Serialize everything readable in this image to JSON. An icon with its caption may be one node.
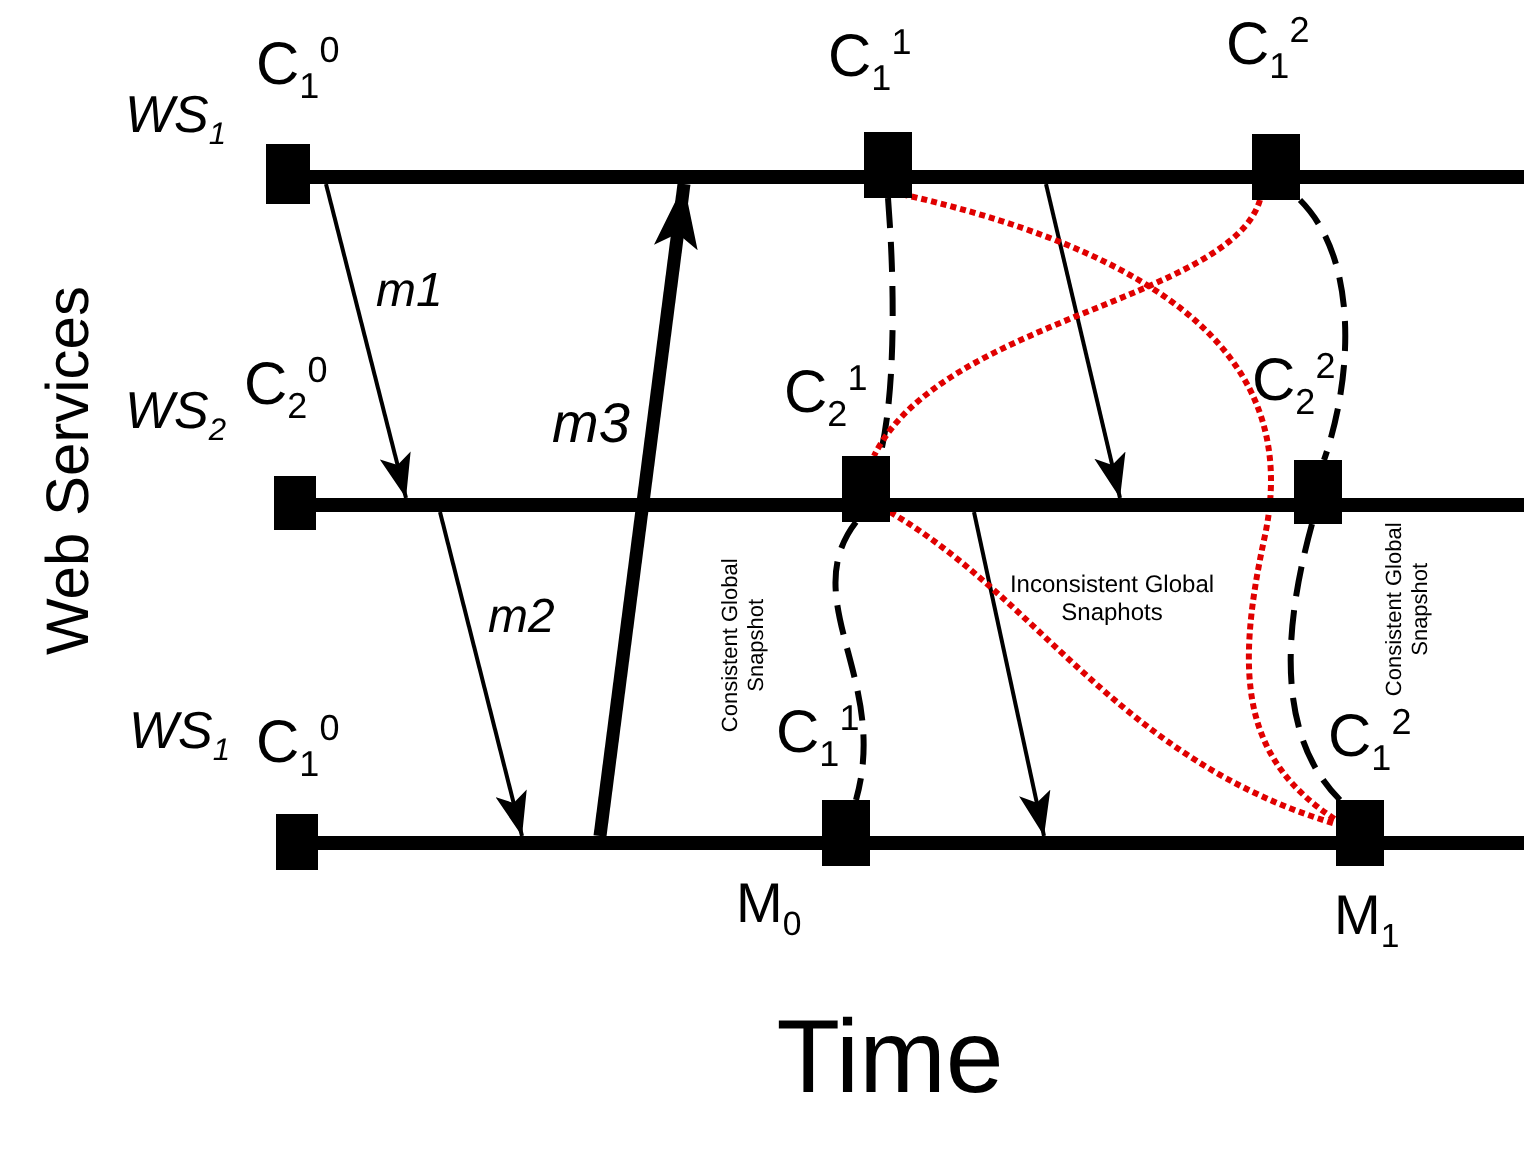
{
  "diagram": {
    "nodes": [
      {
        "text": [],
        "shape": "bar"
      },
      {
        "text": [],
        "shape": "bar"
      },
      {
        "text": [],
        "shape": "bar"
      },
      {
        "text": [],
        "shape": "box",
        "beside": [
          "C$_{1}$$^{0}$"
        ]
      },
      {
        "text": [],
        "shape": "box",
        "beside": [
          "C$_{1}$$^{1}$"
        ]
      },
      {
        "text": [],
        "shape": "box",
        "beside": [
          "C$_{1}$$^{2}$"
        ]
      },
      {
        "text": [],
        "shape": "box",
        "beside": [
          "C$_{2}$$^{0}$"
        ]
      },
      {
        "text": [],
        "shape": "box",
        "beside": [
          "C$_{2}$$^{1}$"
        ]
      },
      {
        "text": [],
        "shape": "box",
        "beside": [
          "C$_{2}$$^{2}$"
        ]
      },
      {
        "text": [],
        "shape": "box",
        "beside": [
          "C$_{1}$$^{0}$"
        ]
      },
      {
        "text": [],
        "shape": "box",
        "beside": [
          "C$_{1}$$^{1}$",
          "M$_{0}$"
        ]
      },
      {
        "text": [],
        "shape": "box",
        "beside": [
          "C$_{1}$$^{2}$",
          "M$_{1}$"
        ]
      }
    ],
    "edges": [
      {
        "from": 0,
        "to": 1,
        "arrow": "to",
        "label": "m1"
      },
      {
        "from": 1,
        "to": 2,
        "arrow": "to",
        "label": "m2"
      },
      {
        "from": 2,
        "to": 0,
        "arrow": "to",
        "label": "m3",
        "style": "thick"
      },
      {
        "from": 0,
        "to": 1,
        "arrow": "to"
      },
      {
        "from": 1,
        "to": 2,
        "arrow": "to"
      },
      {
        "from": 4,
        "to": 7,
        "arrow": "none",
        "style": "dashed"
      },
      {
        "from": 7,
        "to": 10,
        "arrow": "none",
        "style": "dashed"
      },
      {
        "from": 5,
        "to": 8,
        "arrow": "none",
        "style": "dashed"
      },
      {
        "from": 8,
        "to": 11,
        "arrow": "none",
        "style": "dashed"
      },
      {
        "from": 4,
        "to": 11,
        "arrow": "none",
        "style": "dashed",
        "color": "#e00000"
      },
      {
        "from": 5,
        "to": 7,
        "arrow": "none",
        "style": "dashed",
        "color": "#e00000"
      },
      {
        "from": 7,
        "to": 11,
        "arrow": "none",
        "style": "dashed",
        "color": "#e00000"
      }
    ],
    "labels": [
      "WS$_{1}$",
      "Web Services",
      "WS$_{2}$",
      "Consistent Global Snapshot",
      "Inconsistent Global Snaphots",
      "Consistent Global Snapshot",
      "WS$_{1}$",
      "Time"
    ]
  }
}
